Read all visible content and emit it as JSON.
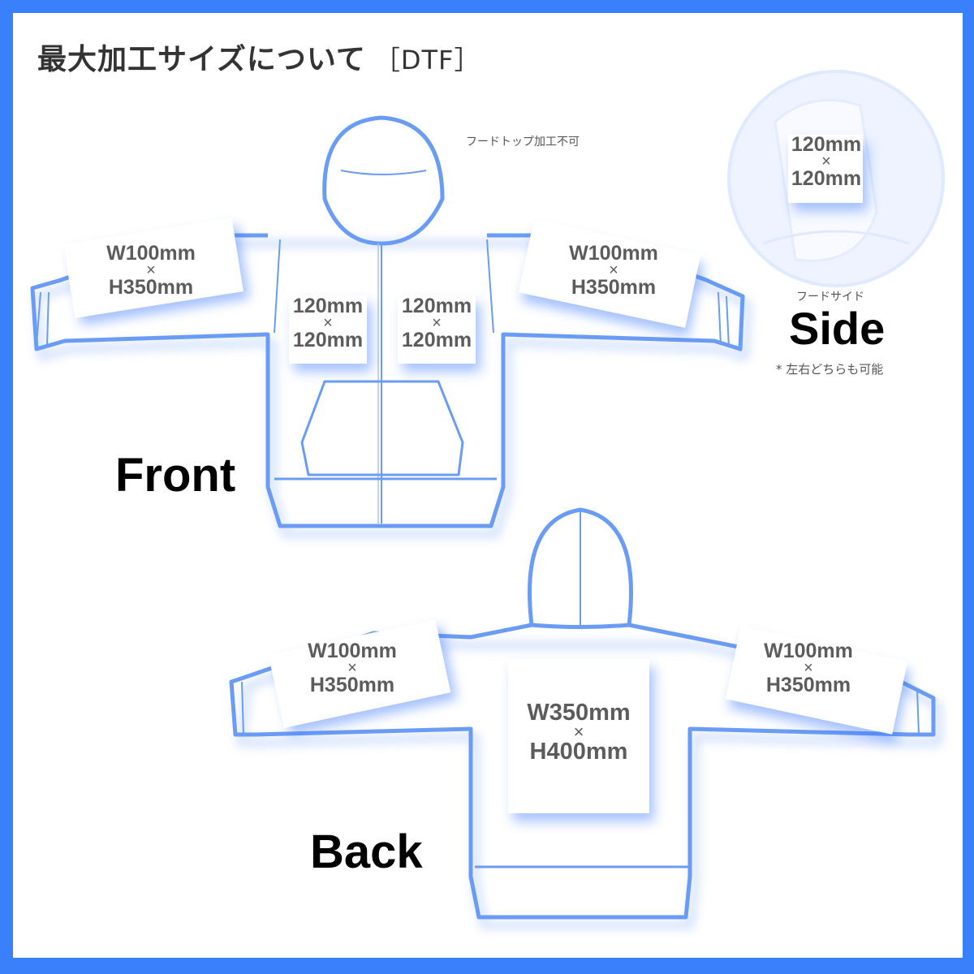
{
  "title": {
    "main": "最大加工サイズについて",
    "tag": "［DTF］"
  },
  "colors": {
    "border": "#3a80fb",
    "outline": "#6b9cf5",
    "shadow": "#9dbdfb"
  },
  "front": {
    "label": "Front",
    "hood_note": "フードトップ加工不可",
    "left_sleeve": {
      "w": "W100mm",
      "x": "×",
      "h": "H350mm"
    },
    "right_sleeve": {
      "w": "W100mm",
      "x": "×",
      "h": "H350mm"
    },
    "left_chest": {
      "w": "120mm",
      "x": "×",
      "h": "120mm"
    },
    "right_chest": {
      "w": "120mm",
      "x": "×",
      "h": "120mm"
    }
  },
  "side": {
    "label": "Side",
    "caption": "フードサイド",
    "note": "* 左右どちらも可能",
    "hood": {
      "w": "120mm",
      "x": "×",
      "h": "120mm"
    }
  },
  "back": {
    "label": "Back",
    "left_sleeve": {
      "w": "W100mm",
      "x": "×",
      "h": "H350mm"
    },
    "right_sleeve": {
      "w": "W100mm",
      "x": "×",
      "h": "H350mm"
    },
    "body": {
      "w": "W350mm",
      "x": "×",
      "h": "H400mm"
    }
  }
}
